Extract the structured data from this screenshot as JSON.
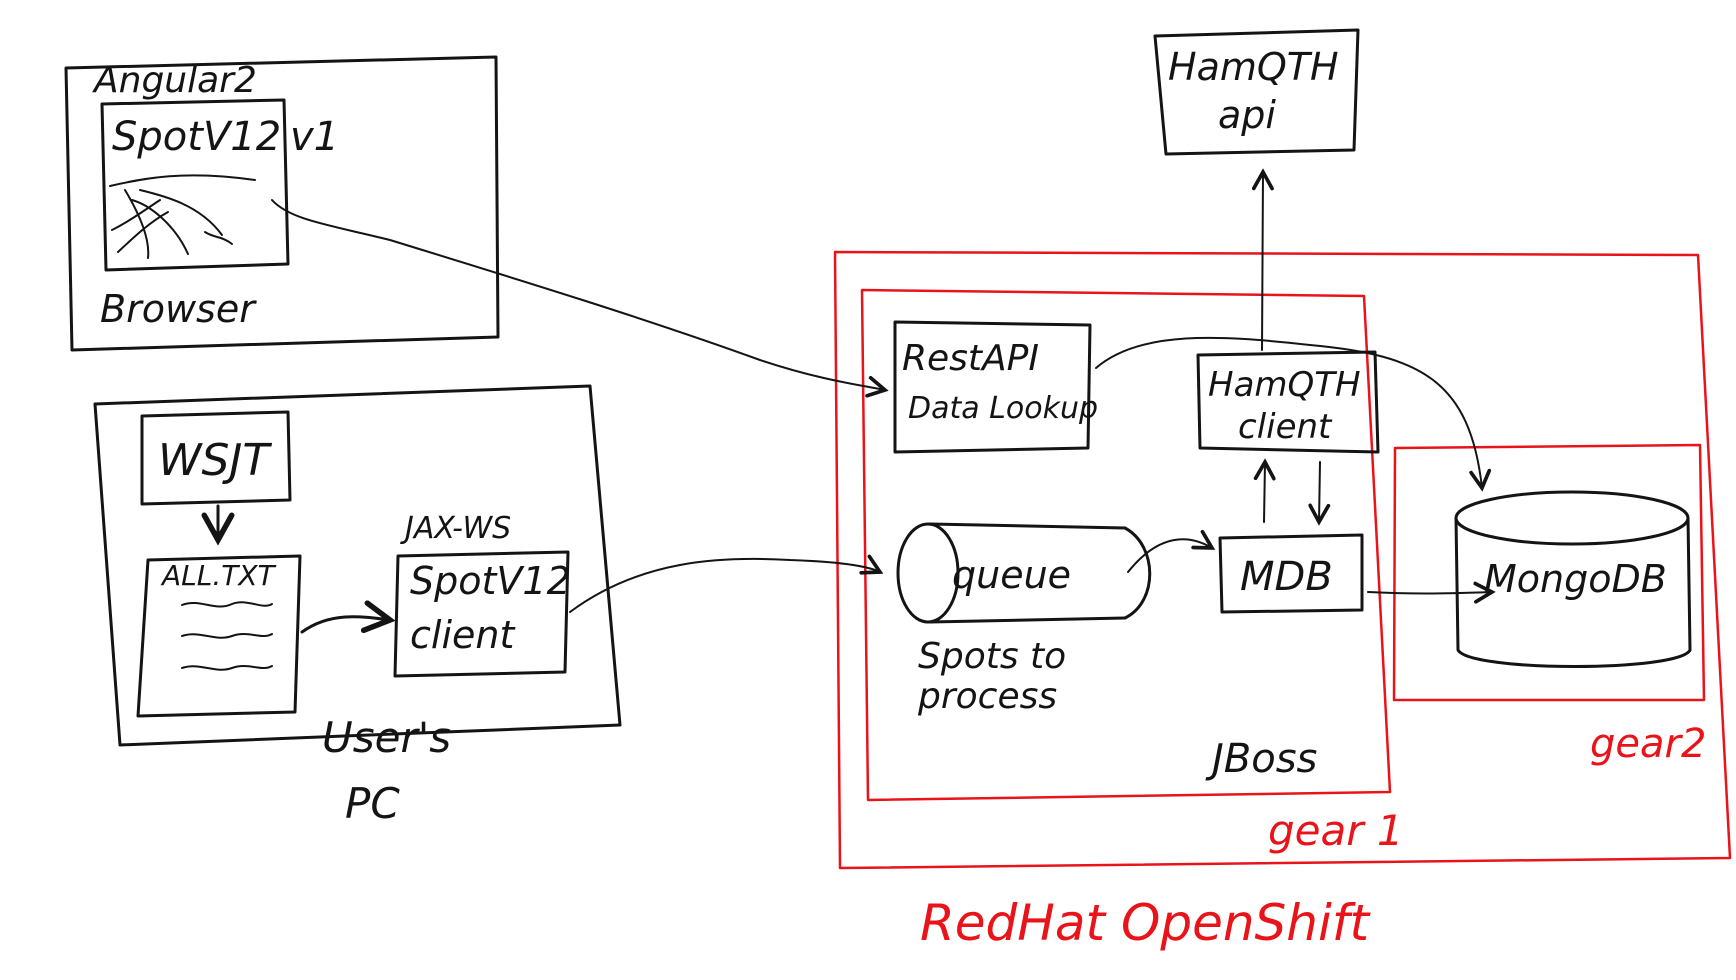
{
  "colors": {
    "ink": "#141414",
    "red": "#e8141a",
    "background": "#ffffff"
  },
  "browser": {
    "title": "Angular2",
    "app": "SpotV12",
    "version": "v1",
    "label": "Browser",
    "thumbnail_icon": "map-sketch-icon"
  },
  "user_pc": {
    "wsjt": "WSJT",
    "file": "ALL.TXT",
    "jaxws": "JAX-WS",
    "client_line1": "SpotV12",
    "client_line2": "client",
    "label_line1": "User's",
    "label_line2": "PC"
  },
  "openshift": {
    "label": "RedHat OpenShift",
    "gear1": "gear 1",
    "gear2": "gear2",
    "jboss": "JBoss",
    "restapi_line1": "RestAPI",
    "restapi_line2": "Data Lookup",
    "hamqth_client_line1": "HamQTH",
    "hamqth_client_line2": "client",
    "queue": "queue",
    "queue_caption_line1": "Spots to",
    "queue_caption_line2": "process",
    "mdb": "MDB",
    "mongodb": "MongoDB"
  },
  "external": {
    "hamqth_api_line1": "HamQTH",
    "hamqth_api_line2": "api"
  }
}
